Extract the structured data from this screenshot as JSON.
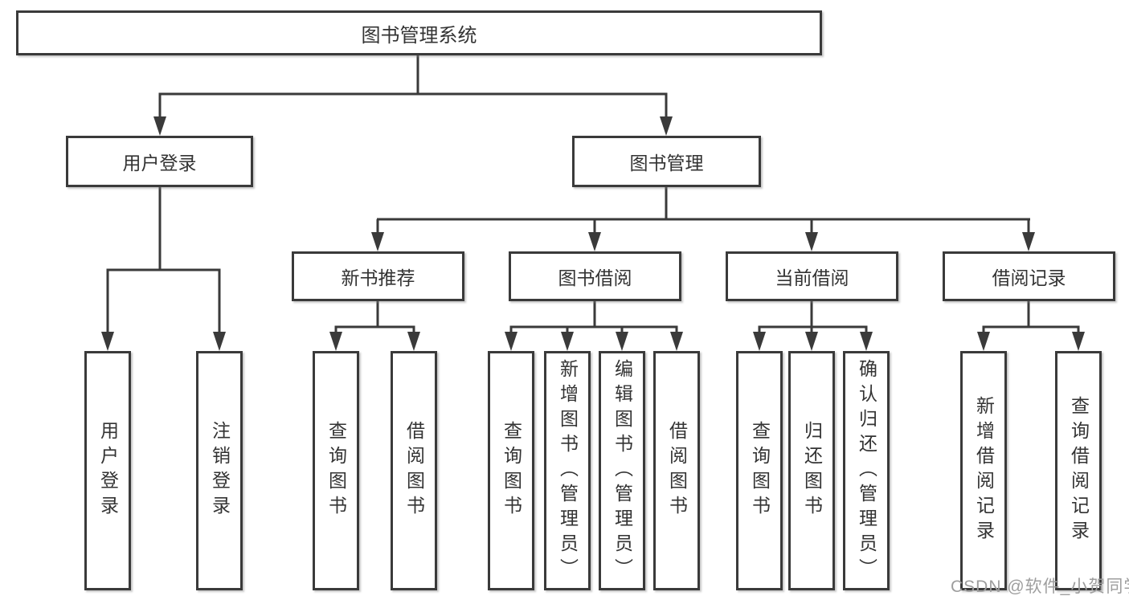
{
  "diagram": {
    "root": {
      "label": "图书管理系统"
    },
    "branches": [
      {
        "label": "用户登录",
        "leaves": [
          {
            "label": "用户登录"
          },
          {
            "label": "注销登录"
          }
        ]
      },
      {
        "label": "图书管理",
        "groups": [
          {
            "label": "新书推荐",
            "leaves": [
              {
                "label": "查询图书"
              },
              {
                "label": "借阅图书"
              }
            ]
          },
          {
            "label": "图书借阅",
            "leaves": [
              {
                "label": "查询图书"
              },
              {
                "label": "新增图书（管理员）"
              },
              {
                "label": "编辑图书（管理员）"
              },
              {
                "label": "借阅图书"
              }
            ]
          },
          {
            "label": "当前借阅",
            "leaves": [
              {
                "label": "查询图书"
              },
              {
                "label": "归还图书"
              },
              {
                "label": "确认归还（管理员）"
              }
            ]
          },
          {
            "label": "借阅记录",
            "leaves": [
              {
                "label": "新增借阅记录"
              },
              {
                "label": "查询借阅记录"
              }
            ]
          }
        ]
      }
    ],
    "colors": {
      "line": "#3a3a3a",
      "text": "#333333",
      "box_background": "#ffffff",
      "watermark": "#9e9e9e"
    }
  },
  "watermark": {
    "text": "CSDN @软件_小贺同学"
  }
}
